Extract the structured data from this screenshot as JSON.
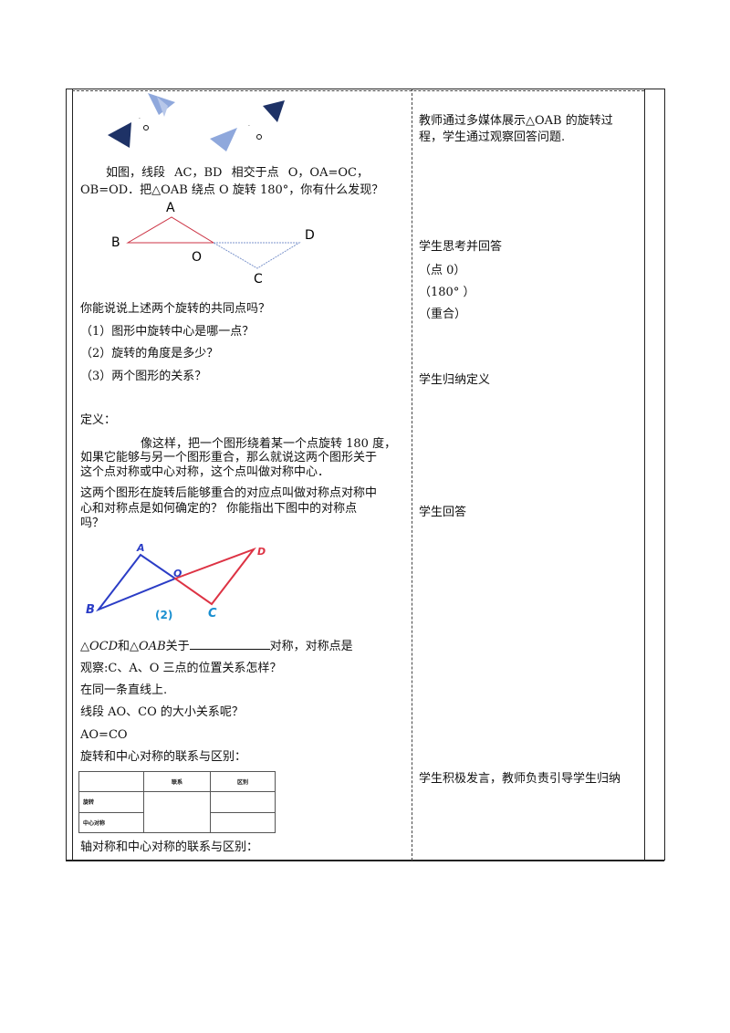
{
  "intro_text": [
    "如图，线段",
    "AC，BD",
    "相交于点",
    "O，OA=OC，"
  ],
  "intro_text2": "OB=OD．把△OAB 绕点 O 旋转 180°，你有什么发现？",
  "fig1": {
    "A": "A",
    "B": "B",
    "C": "C",
    "D": "D",
    "O": "O"
  },
  "left_col": {
    "q_intro": "你能说说上述两个旋转的共同点吗？",
    "q1": "（1）图形中旋转中心是哪一点？",
    "q2": "（2）旋转的角度是多少？",
    "q3": "（3）两个图形的关系？",
    "def_label": "定义：",
    "def_line1": "像这样，把一个图形绕着某一个点旋转 180 度，",
    "def_line2": "如果它能够与另一个图形重合，那么就说这两个图形关于",
    "def_line3": "这个点对称或中心对称，这个点叫做对称中心．",
    "q_sym1": "这两个图形在旋转后能够重合的对应点叫做对称点对称中",
    "q_sym2": "心和对称点是如何确定的？   你能指出下图中的对称点",
    "q_sym3": "吗？",
    "sym_stmt_a": "△",
    "sym_stmt_b": "OCD",
    "sym_stmt_c": "和△",
    "sym_stmt_d": "OAB",
    "sym_stmt_e": "关于",
    "sym_stmt_f": "对称，对称点是",
    "observe": "观察:C、A、O 三点的位置关系怎样？",
    "same_line": "在同一条直线上.",
    "seg_q": "线段 AO、CO 的大小关系呢？",
    "ao_co": "AO=CO",
    "rot_vs": "旋转和中心对称的联系与区别：",
    "axis_vs": "轴对称和中心对称的联系与区别："
  },
  "fig2": {
    "A": "A",
    "B": "B",
    "C": "C",
    "D": "D",
    "O": "O",
    "caption": "(2)"
  },
  "small_table": {
    "h1": "联系",
    "h2": "区别",
    "r1": "旋转",
    "r2": "中心对称"
  },
  "right_col": {
    "r1_line1": "教师通过多媒体展示△OAB 的旋转过",
    "r1_line2": "程，学生通过观察回答问题.",
    "r2_title": "学生思考并回答",
    "r2_a1": "（点 0）",
    "r2_a2": "（180°  ）",
    "r2_a3": "（重合）",
    "r3": "学生归纳定义",
    "r4": "学生回答",
    "r5": "学生积极发言，教师负责引导学生归纳"
  },
  "colors": {
    "red": "#cc3344",
    "blue": "#2b3dc6",
    "light_blue": "#8fa8dc",
    "navy": "#1e3266",
    "caption": "#1a8fd0"
  }
}
